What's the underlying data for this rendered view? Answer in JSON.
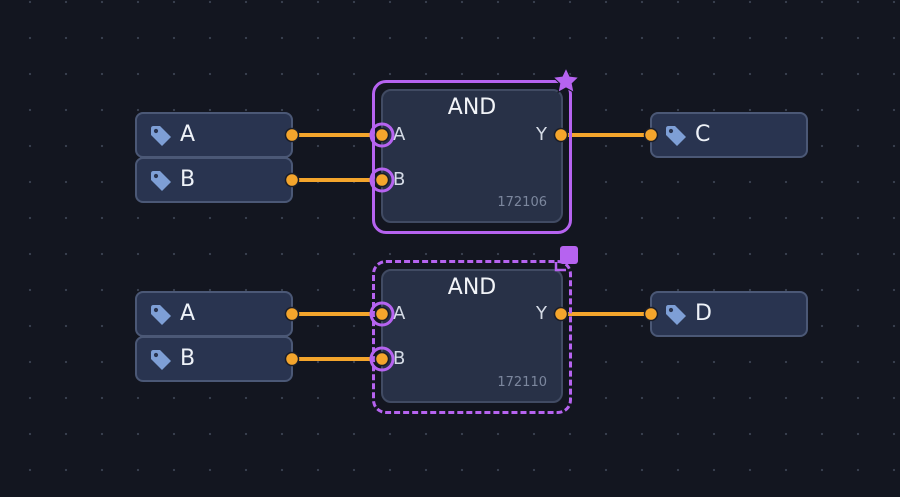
{
  "colors": {
    "background": "#131620",
    "wire": "#f4a52c",
    "selection": "#b663f0",
    "node_fill": "#293450",
    "tag_icon": "#7e9fd6"
  },
  "icons": {
    "tag": "tag-icon",
    "favorite_marker": "star-icon",
    "group_handle": "square-handle-icon"
  },
  "circuits": [
    {
      "gate": {
        "type": "AND",
        "id": "172106",
        "input_pins": [
          "A",
          "B"
        ],
        "output_pin": "Y",
        "selection": "solid"
      },
      "inputs": [
        {
          "label": "A"
        },
        {
          "label": "B"
        }
      ],
      "output": {
        "label": "C"
      }
    },
    {
      "gate": {
        "type": "AND",
        "id": "172110",
        "input_pins": [
          "A",
          "B"
        ],
        "output_pin": "Y",
        "selection": "dashed"
      },
      "inputs": [
        {
          "label": "A"
        },
        {
          "label": "B"
        }
      ],
      "output": {
        "label": "D"
      }
    }
  ]
}
